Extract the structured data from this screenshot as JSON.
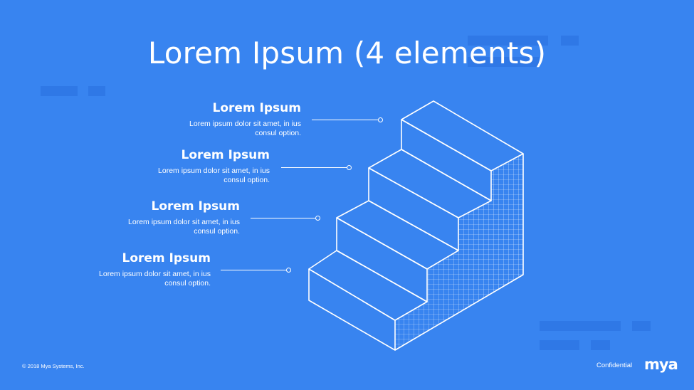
{
  "slide": {
    "title": "Lorem Ipsum (4 elements)"
  },
  "items": [
    {
      "heading": "Lorem Ipsum",
      "body_line1": "Lorem ipsum dolor sit amet, in ius",
      "body_line2": "consul option."
    },
    {
      "heading": "Lorem Ipsum",
      "body_line1": "Lorem ipsum dolor sit amet, in ius",
      "body_line2": "consul option."
    },
    {
      "heading": "Lorem Ipsum",
      "body_line1": "Lorem ipsum dolor sit amet, in ius",
      "body_line2": "consul option."
    },
    {
      "heading": "Lorem Ipsum",
      "body_line1": "Lorem ipsum dolor sit amet, in ius",
      "body_line2": "consul option."
    }
  ],
  "footer": {
    "copyright": "© 2018 Mya Systems, Inc.",
    "confidential": "Confidential",
    "logo": "mya"
  },
  "colors": {
    "background": "#3884f0",
    "foreground": "#ffffff",
    "decoration": "#2f78e6"
  }
}
